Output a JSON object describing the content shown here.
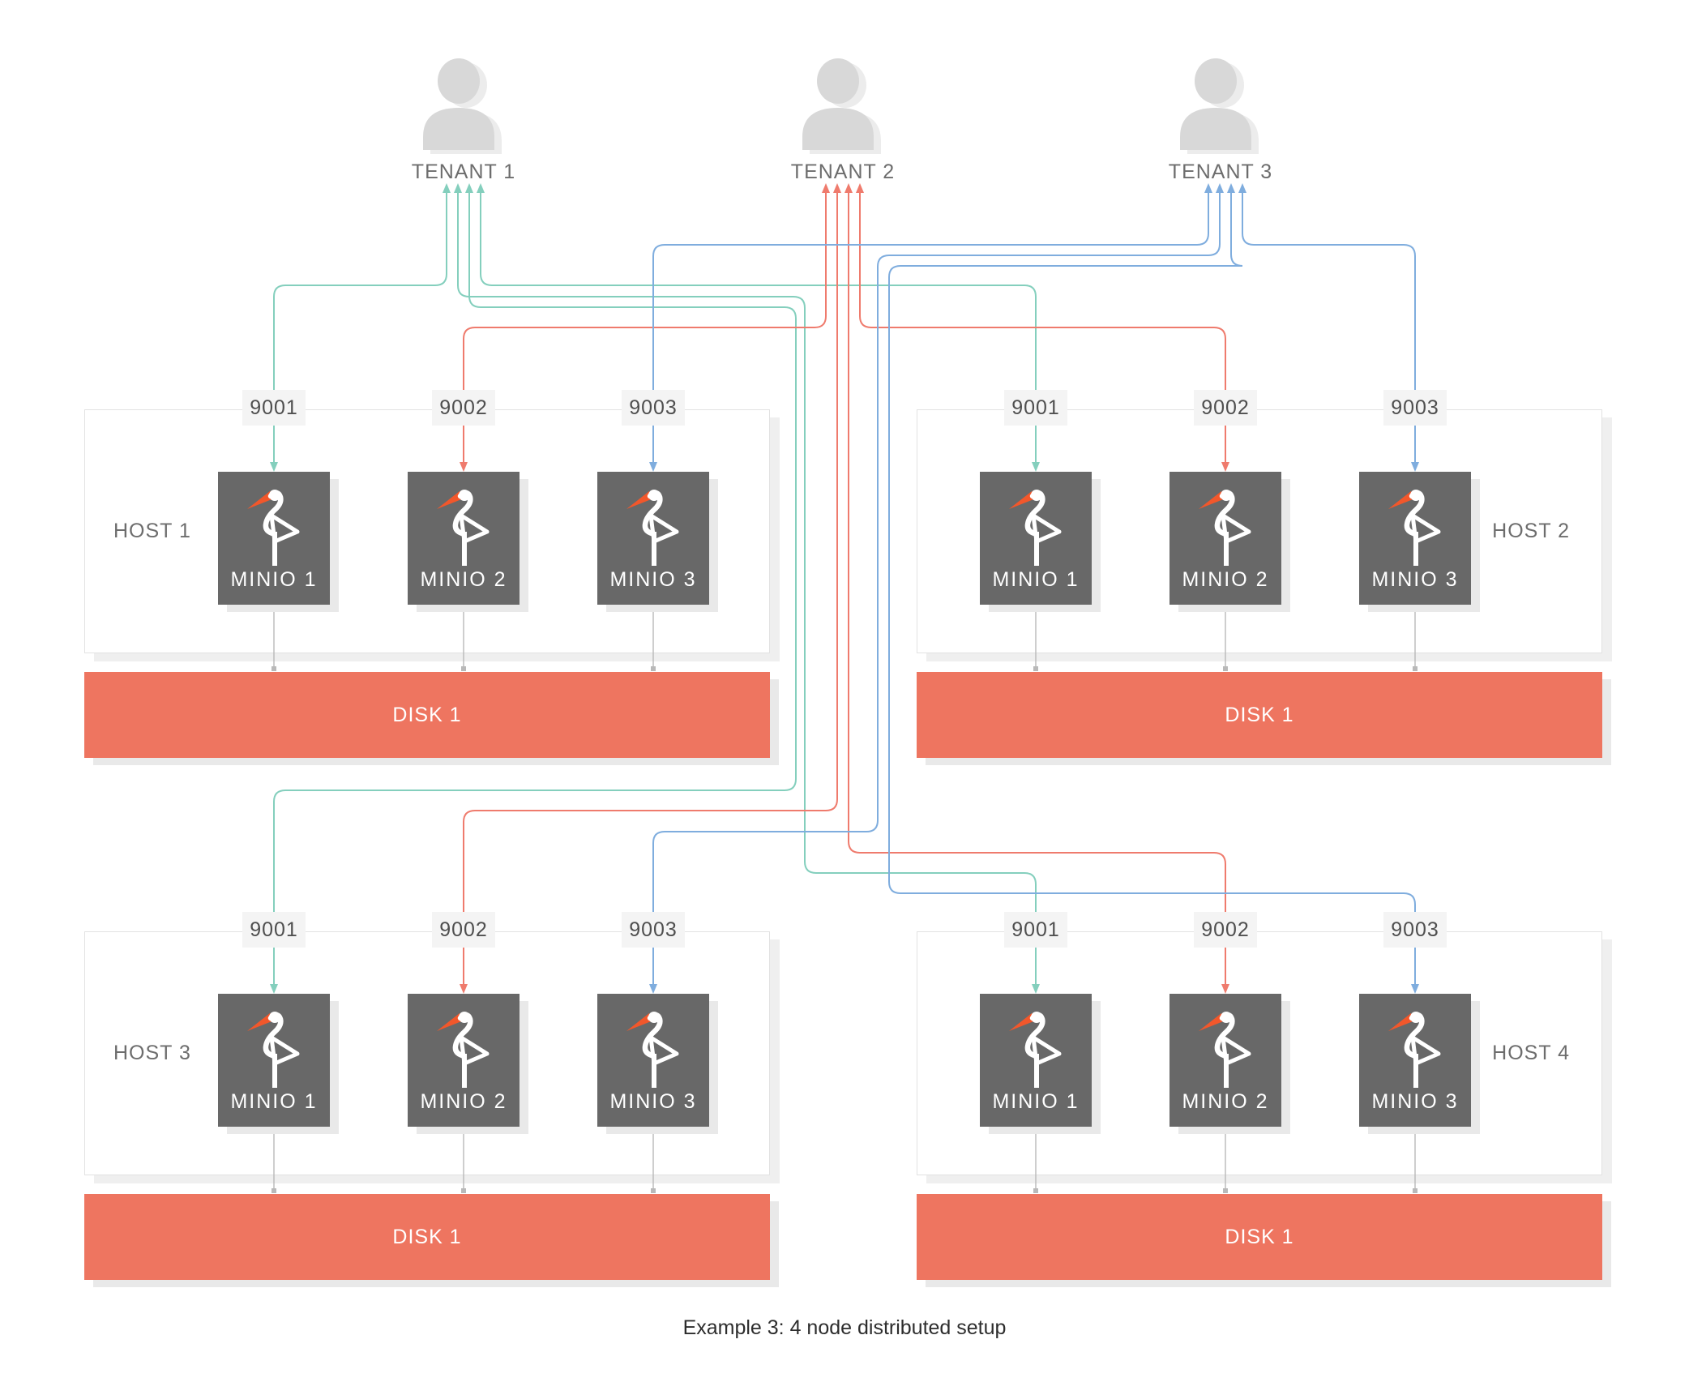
{
  "colors": {
    "tenant1_line": "#84cfbd",
    "tenant2_line": "#ef7b6d",
    "tenant3_line": "#7fadde",
    "disk_fill": "#ee7560",
    "minio_box_fill": "#686868",
    "beak": "#f2572b",
    "port_bg": "#f4f4f4",
    "port_text": "#4f4f4f",
    "label_text": "#6d6d6d",
    "caption_text": "#2d2d2d",
    "host_border": "#e2e2e2",
    "host_shadow": "#efefef",
    "box_shadow": "#e9e9e9",
    "connector": "#b9b9b9",
    "icon_fill": "#d8d8d8",
    "icon_shadow": "#ececec"
  },
  "icons": {
    "tenant": "user-icon",
    "node": "minio-stork-logo"
  },
  "tenants": [
    {
      "label": "TENANT 1"
    },
    {
      "label": "TENANT 2"
    },
    {
      "label": "TENANT 3"
    }
  ],
  "hosts": [
    {
      "label": "HOST 1",
      "ports": [
        "9001",
        "9002",
        "9003"
      ],
      "nodes": [
        {
          "label": "MINIO 1"
        },
        {
          "label": "MINIO 2"
        },
        {
          "label": "MINIO 3"
        }
      ],
      "disk_label": "DISK 1"
    },
    {
      "label": "HOST 2",
      "ports": [
        "9001",
        "9002",
        "9003"
      ],
      "nodes": [
        {
          "label": "MINIO 1"
        },
        {
          "label": "MINIO 2"
        },
        {
          "label": "MINIO 3"
        }
      ],
      "disk_label": "DISK 1"
    },
    {
      "label": "HOST 3",
      "ports": [
        "9001",
        "9002",
        "9003"
      ],
      "nodes": [
        {
          "label": "MINIO 1"
        },
        {
          "label": "MINIO 2"
        },
        {
          "label": "MINIO 3"
        }
      ],
      "disk_label": "DISK 1"
    },
    {
      "label": "HOST 4",
      "ports": [
        "9001",
        "9002",
        "9003"
      ],
      "nodes": [
        {
          "label": "MINIO 1"
        },
        {
          "label": "MINIO 2"
        },
        {
          "label": "MINIO 3"
        }
      ],
      "disk_label": "DISK 1"
    }
  ],
  "connections": [
    {
      "tenant": "TENANT 1",
      "port": "9001",
      "targets": [
        "HOST 1",
        "HOST 2",
        "HOST 3",
        "HOST 4"
      ],
      "color_key": "tenant1_line"
    },
    {
      "tenant": "TENANT 2",
      "port": "9002",
      "targets": [
        "HOST 1",
        "HOST 2",
        "HOST 3",
        "HOST 4"
      ],
      "color_key": "tenant2_line"
    },
    {
      "tenant": "TENANT 3",
      "port": "9003",
      "targets": [
        "HOST 1",
        "HOST 2",
        "HOST 3",
        "HOST 4"
      ],
      "color_key": "tenant3_line"
    }
  ],
  "caption": "Example 3: 4 node distributed setup"
}
